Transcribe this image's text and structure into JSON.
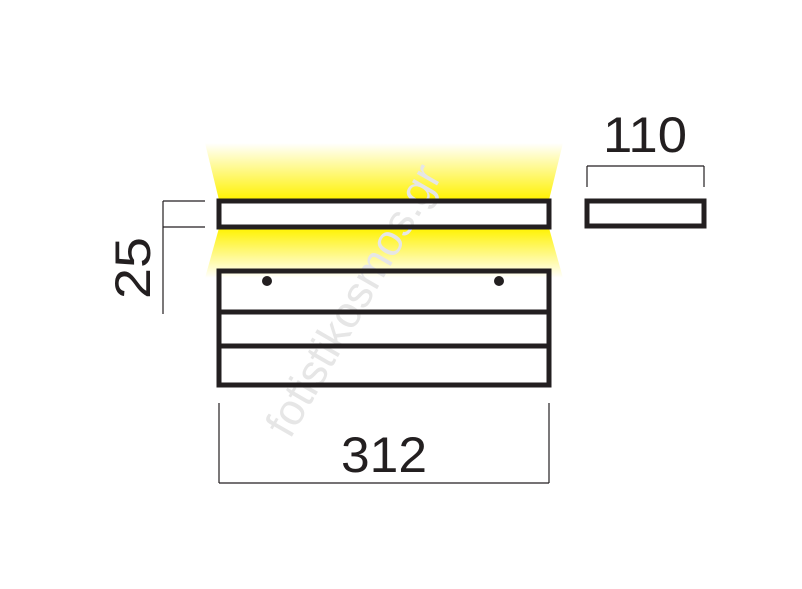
{
  "dimensions": {
    "width": "312",
    "height": "25",
    "depth": "110"
  },
  "watermark": "fotistikosmos.gr",
  "colors": {
    "stroke": "#231f20",
    "glow": "#fff200"
  }
}
